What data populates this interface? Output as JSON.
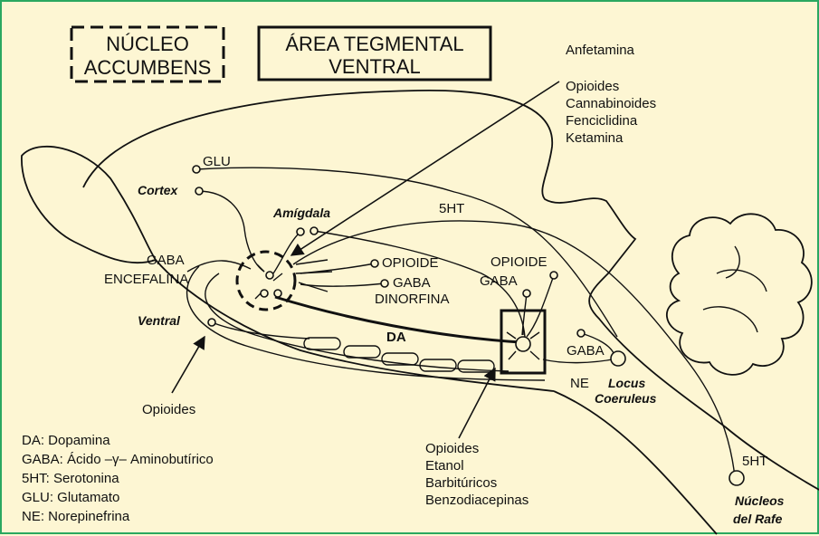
{
  "headers": {
    "nucleus_line1": "NÚCLEO",
    "nucleus_line2": "ACCUMBENS",
    "vta_line1": "ÁREA TEGMENTAL",
    "vta_line2": "VENTRAL"
  },
  "regions": {
    "cortex": "Cortex",
    "amygdala": "Amígdala",
    "ventral": "Ventral",
    "locus_line1": "Locus",
    "locus_line2": "Coeruleus",
    "raphe_line1": "Núcleos",
    "raphe_line2": "del Rafe"
  },
  "pathway_labels": {
    "glu": "GLU",
    "gaba_left": "GABA",
    "encefalina": "ENCEFALINA",
    "fivehtTop": "5HT",
    "opioide_mid": "OPIOIDE",
    "gaba_mid": "GABA",
    "dinorfina": "DINORFINA",
    "opioide_vta": "OPIOIDE",
    "gaba_vta": "GABA",
    "da": "DA",
    "gaba_lc": "GABA",
    "ne": "NE",
    "fiveht_raphe": "5HT"
  },
  "drug_lists": {
    "anfetamina": "Anfetamina",
    "na_drugs": [
      "Opioides",
      "Cannabinoides",
      "Fenciclidina",
      "Ketamina"
    ],
    "ventral_drugs": [
      "Opioides"
    ],
    "vta_drugs": [
      "Opioides",
      "Etanol",
      "Barbitúricos",
      "Benzodiacepinas"
    ]
  },
  "legend": [
    "DA: Dopamina",
    "GABA: Ácido –γ– Aminobutírico",
    "5HT: Serotonina",
    "GLU: Glutamato",
    "NE: Norepinefrina"
  ],
  "colors": {
    "background": "#fdf6d3",
    "border": "#2aa860",
    "ink": "#111111"
  }
}
